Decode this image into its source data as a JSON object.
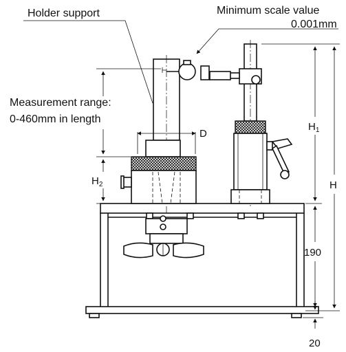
{
  "labels": {
    "holder_support": "Holder support",
    "minimum_scale_line1": "Minimum scale value",
    "minimum_scale_line2": "0.001mm",
    "measurement_range_line1": "Measurement range:",
    "measurement_range_line2": "0-460mm in length",
    "dim_D": "D",
    "dim_H1_main": "H",
    "dim_H1_sub": "1",
    "dim_H2_main": "H",
    "dim_H2_sub": "2",
    "dim_H": "H",
    "dim_190": "190",
    "dim_20": "20"
  }
}
